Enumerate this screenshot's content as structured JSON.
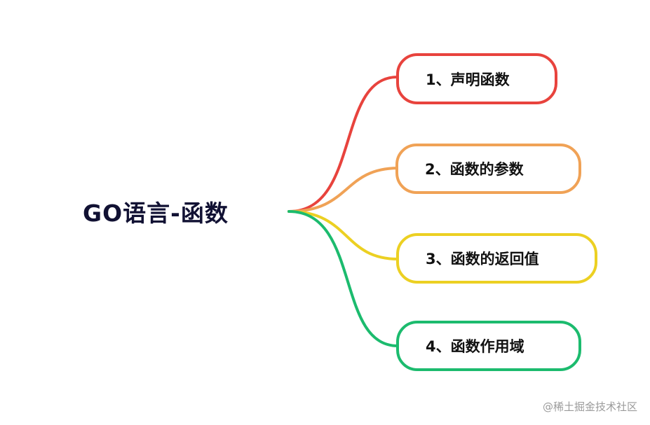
{
  "root": {
    "title": "GO语言-函数"
  },
  "branches": [
    {
      "label": "1、声明函数",
      "color": "#e8433d"
    },
    {
      "label": "2、函数的参数",
      "color": "#f0a256"
    },
    {
      "label": "3、函数的返回值",
      "color": "#ecd022"
    },
    {
      "label": "4、函数作用域",
      "color": "#1cbb6e"
    }
  ],
  "watermark": "@稀土掘金技术社区"
}
